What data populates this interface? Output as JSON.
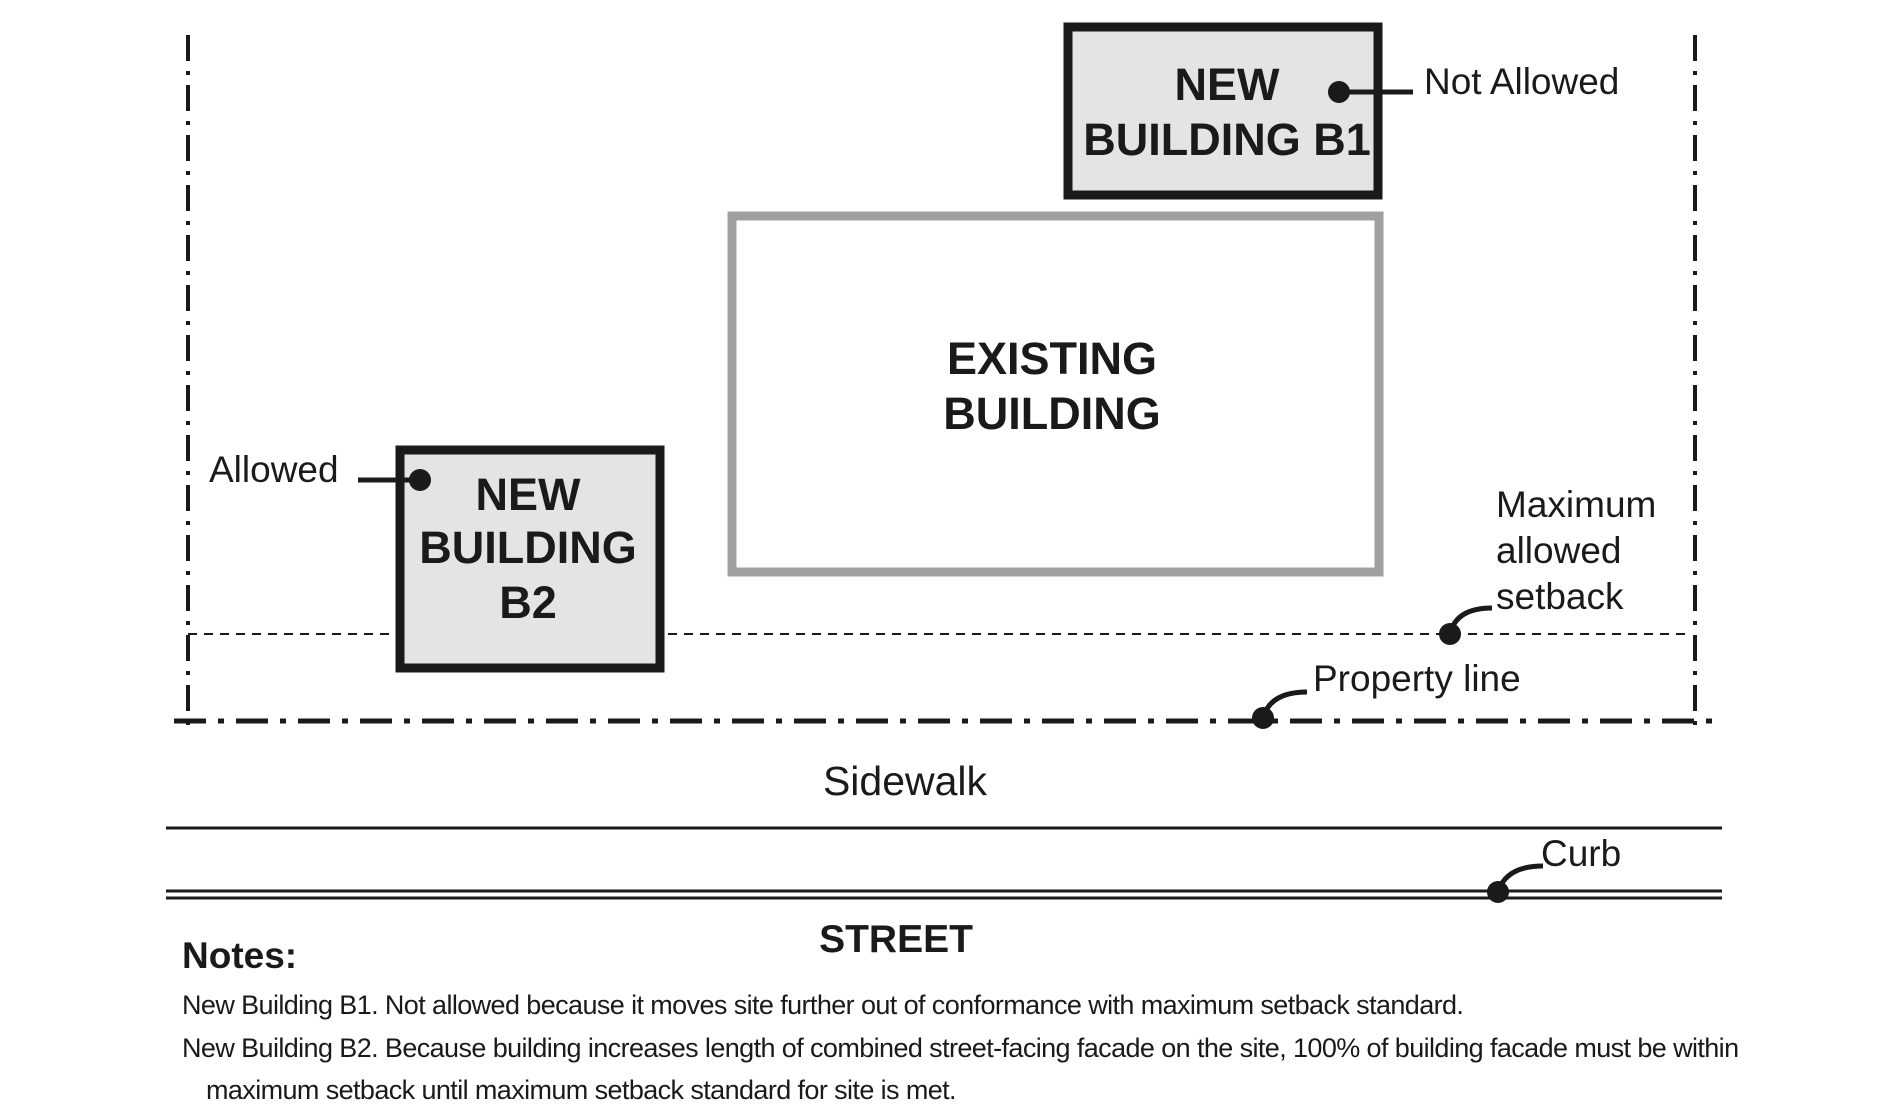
{
  "buildings": {
    "existing": {
      "line1": "EXISTING",
      "line2": "BUILDING"
    },
    "b1": {
      "line1": "NEW",
      "line2": "BUILDING B1",
      "callout": "Not Allowed"
    },
    "b2": {
      "line1": "NEW",
      "line2": "BUILDING",
      "line3": "B2",
      "callout": "Allowed"
    }
  },
  "labels": {
    "max_setback_line1": "Maximum",
    "max_setback_line2": "allowed",
    "max_setback_line3": "setback",
    "property_line": "Property line",
    "sidewalk": "Sidewalk",
    "curb": "Curb",
    "street": "STREET"
  },
  "notes": {
    "title": "Notes:",
    "items": [
      "New Building B1. Not allowed because it moves site further out of conformance with maximum setback standard.",
      "New Building B2. Because building increases length of combined street-facing facade on the site, 100% of building facade must be within maximum setback until maximum setback standard for site is met."
    ]
  },
  "colors": {
    "ink": "#1a1a1a",
    "new_building_fill": "#e4e4e4",
    "existing_outline": "#a0a0a0"
  }
}
